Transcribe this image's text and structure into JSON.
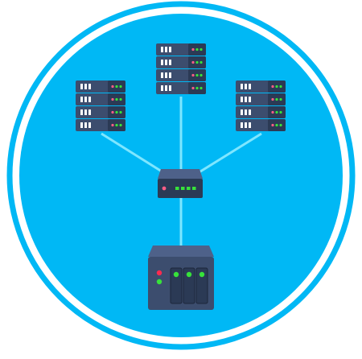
{
  "diagram": {
    "nodes": [
      {
        "id": "server-left",
        "kind": "server-rack",
        "icon": "server-rack-icon",
        "units": 4
      },
      {
        "id": "server-center",
        "kind": "server-rack",
        "icon": "server-rack-icon",
        "units": 4
      },
      {
        "id": "server-right",
        "kind": "server-rack",
        "icon": "server-rack-icon",
        "units": 4
      },
      {
        "id": "switch",
        "kind": "network-switch",
        "icon": "network-switch-icon"
      },
      {
        "id": "nas",
        "kind": "nas-storage",
        "icon": "nas-storage-icon",
        "drive_bays": 3
      }
    ],
    "edges": [
      {
        "from": "server-left",
        "to": "switch"
      },
      {
        "from": "server-center",
        "to": "switch"
      },
      {
        "from": "server-right",
        "to": "switch"
      },
      {
        "from": "switch",
        "to": "nas"
      }
    ]
  },
  "colors": {
    "background": "#00b8f5",
    "ring": "#00b8f5",
    "link": "#7ee6ff",
    "device_dark": "#2b3a55",
    "device_mid": "#3c4d6e",
    "device_light": "#4e6189",
    "led_green": "#37e23a",
    "led_red": "#ff2a4f",
    "led_pink": "#ff5d86"
  }
}
